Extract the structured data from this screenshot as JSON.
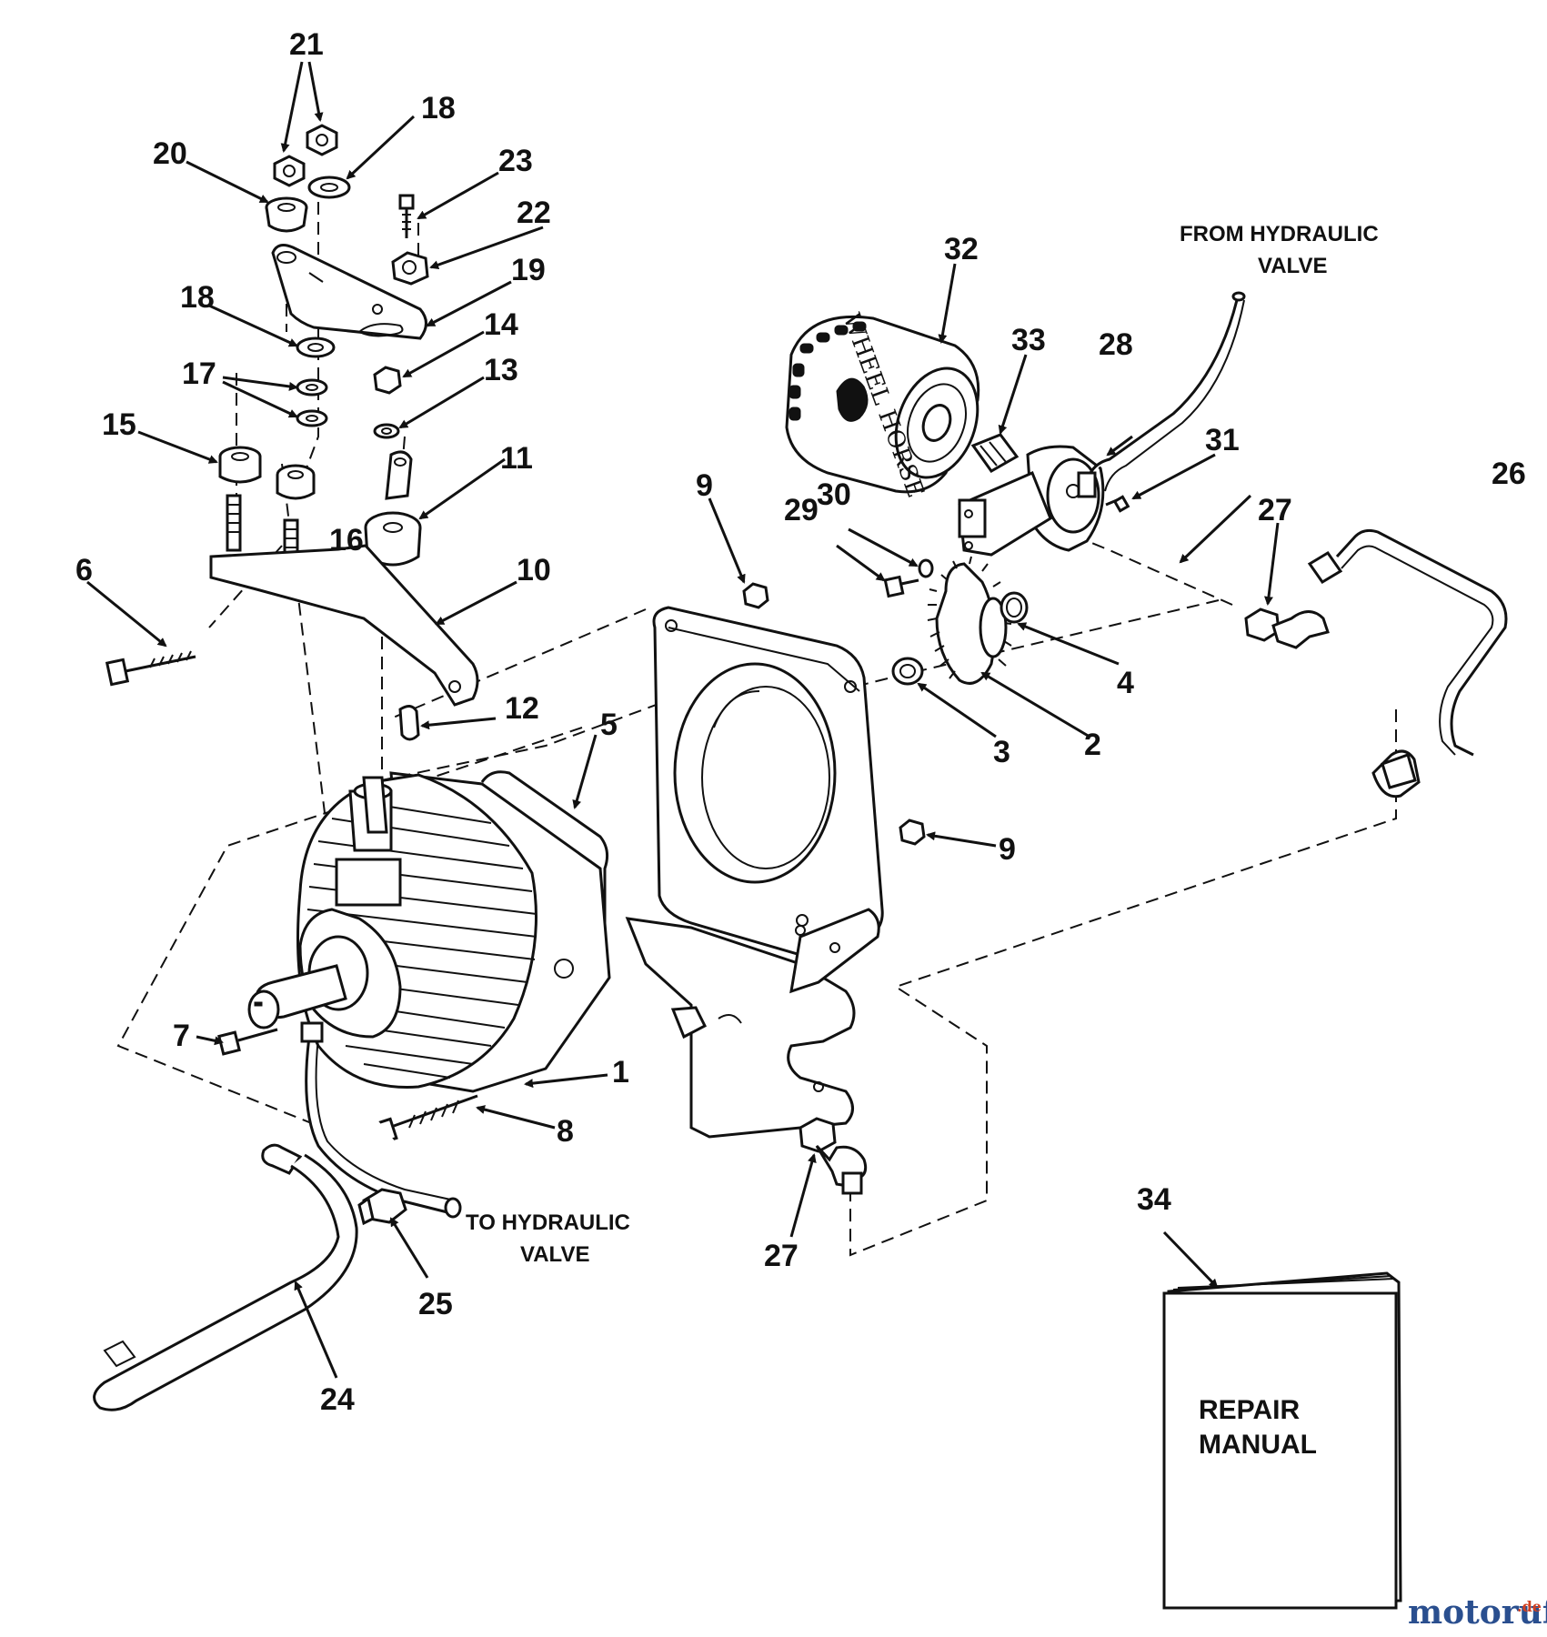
{
  "callouts": {
    "c1": "1",
    "c2": "2",
    "c3": "3",
    "c4": "4",
    "c5": "5",
    "c6": "6",
    "c7": "7",
    "c8": "8",
    "c9a": "9",
    "c9b": "9",
    "c10": "10",
    "c11": "11",
    "c12": "12",
    "c13": "13",
    "c14": "14",
    "c15": "15",
    "c16": "16",
    "c17": "17",
    "c18a": "18",
    "c18b": "18",
    "c19": "19",
    "c20": "20",
    "c21": "21",
    "c22": "22",
    "c23": "23",
    "c24": "24",
    "c25": "25",
    "c26": "26",
    "c27a": "27",
    "c27b": "27",
    "c28": "28",
    "c29": "29",
    "c30": "30",
    "c31": "31",
    "c32": "32",
    "c33": "33",
    "c34": "34"
  },
  "notes": {
    "from_hydraulic_line1": "FROM HYDRAULIC",
    "from_hydraulic_line2": "VALVE",
    "to_hydraulic_line1": "TO HYDRAULIC",
    "to_hydraulic_line2": "VALVE"
  },
  "manual": {
    "line1": "REPAIR",
    "line2": "MANUAL"
  },
  "filter_label": "WHEEL HORSE",
  "watermark": {
    "main": "motoruf",
    "suffix": ".de",
    "color_main": "#2a4f8f",
    "color_suffix": "#d04020"
  }
}
